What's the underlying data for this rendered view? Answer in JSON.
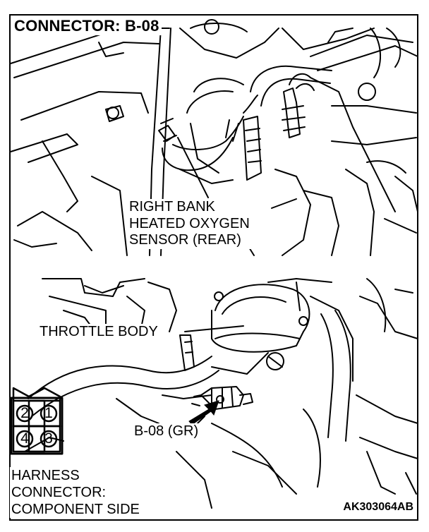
{
  "title": "CONNECTOR: B-08",
  "labels": {
    "sensor_line1": "RIGHT BANK",
    "sensor_line2": "HEATED OXYGEN",
    "sensor_line3": "SENSOR (REAR)",
    "throttle_body": "THROTTLE BODY",
    "connector_id": "B-08 (GR)",
    "harness_line1": "HARNESS",
    "harness_line2": "CONNECTOR:",
    "harness_line3": "COMPONENT SIDE",
    "figure_code": "AK303064AB"
  },
  "connector_pins": [
    "2",
    "1",
    "4",
    "3"
  ]
}
